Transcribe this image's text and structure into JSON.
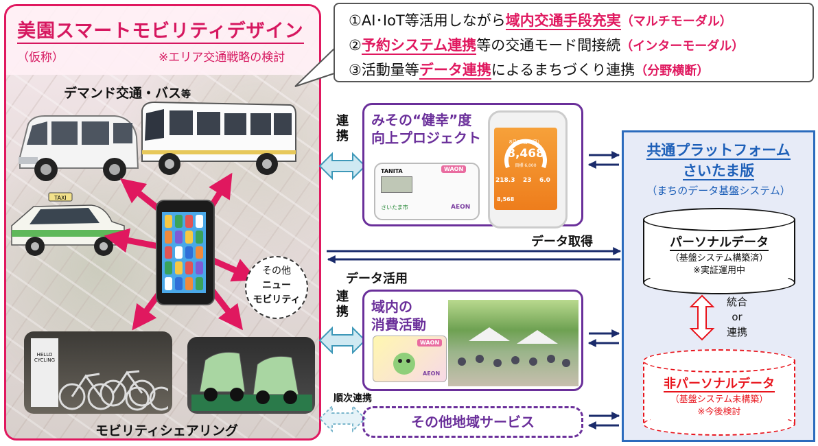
{
  "left_panel": {
    "title": "美園スマートモビリティデザイン",
    "subtitle": "（仮称）",
    "area_note": "※エリア交通戦略の検討",
    "demand_label_main": "デマンド交通・バス",
    "demand_label_suffix": "等",
    "other_mobility": [
      "その他",
      "ニュー",
      "モビリティ"
    ],
    "sharing_label": "モビリティシェアリング",
    "taxi_sign": "TAXI",
    "bike_sign": [
      "HELLO",
      "CYCLING"
    ]
  },
  "callout": {
    "line1": {
      "num": "①",
      "pre": "AI･IoT等活用しながら",
      "emph": "域内交通手段充実",
      "tag": "（マルチモーダル）"
    },
    "line2": {
      "num": "②",
      "emph": "予約システム連携",
      "mid": "等の交通モード間接続",
      "tag": "（インターモーダル）"
    },
    "line3": {
      "num": "③",
      "pre": "活動量等",
      "emph": "データ連携",
      "mid": "によるまちづくり連携",
      "tag": "（分野横断）"
    }
  },
  "health_box": {
    "title1": "みその“健幸”度",
    "title2": "向上プロジェクト",
    "device_brand": "TANITA",
    "waon": "WAON",
    "aeon": "AEON",
    "device_city": "さいたま市",
    "phone_date": "8月21日（月）",
    "phone_steps": "8,468",
    "phone_goal": "目標 6,000",
    "phone_stat1": "218.3",
    "phone_stat2": "23",
    "phone_stat3": "6.0",
    "phone_footer": "8,568"
  },
  "consumption_box": {
    "title1": "域内の",
    "title2": "消費活動",
    "waon": "WAON",
    "aeon": "AEON"
  },
  "other_services": {
    "label": "その他地域サービス"
  },
  "links": {
    "renkei1": [
      "連",
      "携"
    ],
    "renkei2": [
      "連",
      "携"
    ],
    "junji": "順次連携",
    "data_get": "データ取得",
    "data_use": "データ活用"
  },
  "platform": {
    "title1": "共通プラットフォーム",
    "title2": "さいたま版",
    "subtitle": "（まちのデータ基盤システム）",
    "personal": {
      "title": "パーソナルデータ",
      "note1": "（基盤システム構築済）",
      "note2": "※実証運用中"
    },
    "integrate": [
      "統合",
      "or",
      "連携"
    ],
    "nonpersonal": {
      "title": "非パーソナルデータ",
      "note1": "（基盤システム未構築）",
      "note2": "※今後検討"
    }
  },
  "colors": {
    "pink": "#e0185f",
    "purple": "#6a2f9a",
    "blue": "#1d5fb8",
    "navy": "#1a2b6b",
    "red": "#e8141c"
  }
}
